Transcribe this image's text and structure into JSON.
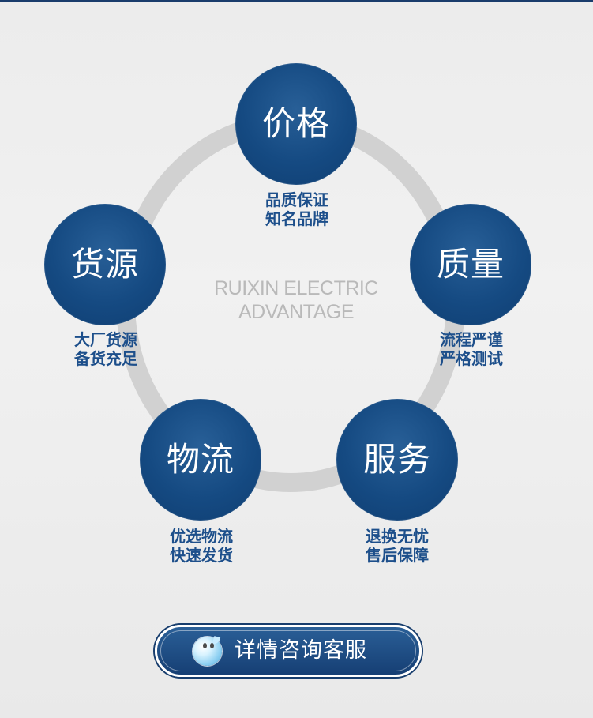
{
  "center": {
    "line1": "RUIXIN ELECTRIC",
    "line2": "ADVANTAGE"
  },
  "nodes": {
    "price": {
      "title": "价格",
      "caption_line1": "品质保证",
      "caption_line2": "知名品牌"
    },
    "quality": {
      "title": "质量",
      "caption_line1": "流程严谨",
      "caption_line2": "严格测试"
    },
    "service": {
      "title": "服务",
      "caption_line1": "退换无忧",
      "caption_line2": "售后保障"
    },
    "logistics": {
      "title": "物流",
      "caption_line1": "优选物流",
      "caption_line2": "快速发货"
    },
    "source": {
      "title": "货源",
      "caption_line1": "大厂货源",
      "caption_line2": "备货充足"
    }
  },
  "button": {
    "label": "详情咨询客服",
    "icon": "chat-bubble-icon"
  },
  "colors": {
    "navy": "#154a82",
    "caption_blue": "#1d4f8b",
    "ring_gray": "#d1d1d1",
    "background": "#efefef",
    "center_text": "#b9b9b9"
  }
}
